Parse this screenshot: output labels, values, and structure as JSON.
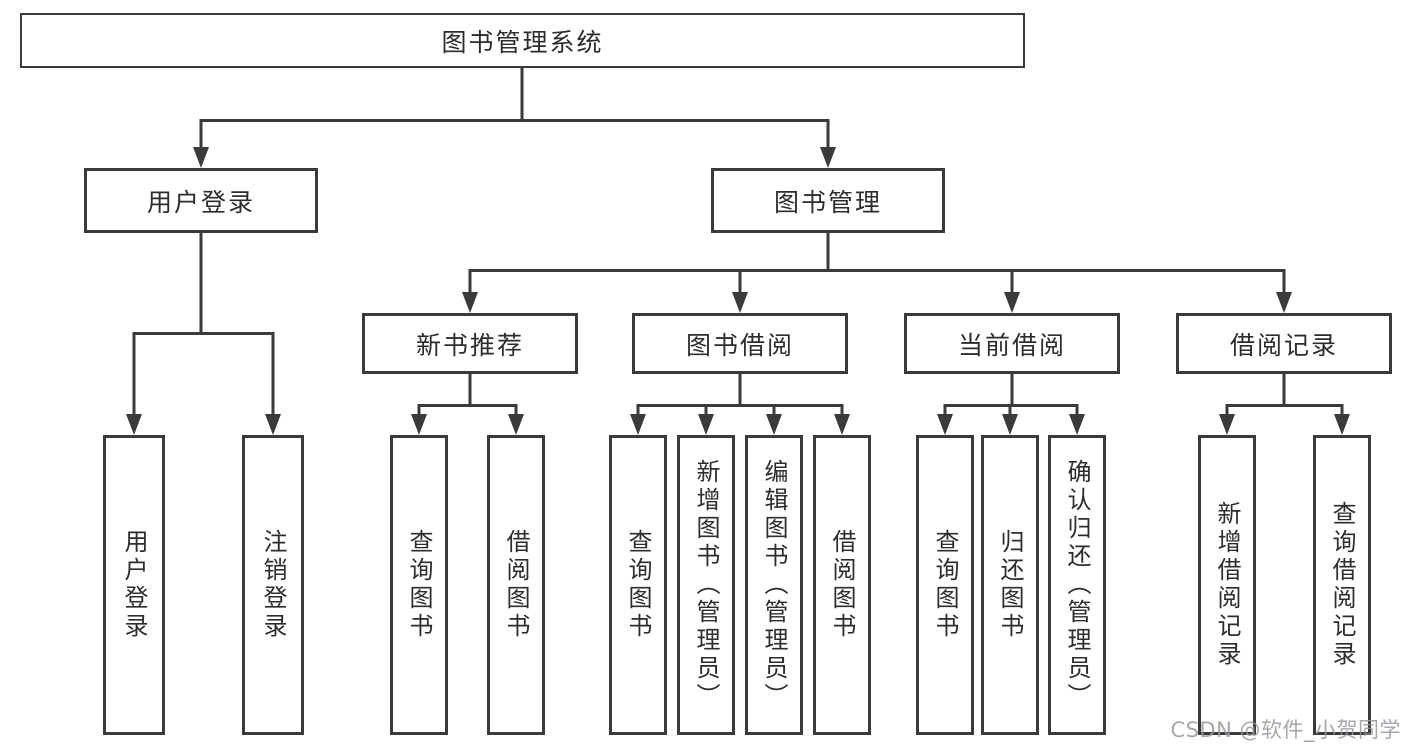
{
  "diagram": {
    "root": {
      "label": "图书管理系统"
    },
    "user_branch": {
      "label": "用户登录",
      "children": [
        {
          "label": "用户登录"
        },
        {
          "label": "注销登录"
        }
      ]
    },
    "mgmt_branch": {
      "label": "图书管理",
      "groups": [
        {
          "label": "新书推荐",
          "children": [
            {
              "label": "查询图书"
            },
            {
              "label": "借阅图书"
            }
          ]
        },
        {
          "label": "图书借阅",
          "children": [
            {
              "label": "查询图书"
            },
            {
              "label": "新增图书（管理员）"
            },
            {
              "label": "编辑图书（管理员）"
            },
            {
              "label": "借阅图书"
            }
          ]
        },
        {
          "label": "当前借阅",
          "children": [
            {
              "label": "查询图书"
            },
            {
              "label": "归还图书"
            },
            {
              "label": "确认归还（管理员）"
            }
          ]
        },
        {
          "label": "借阅记录",
          "children": [
            {
              "label": "新增借阅记录"
            },
            {
              "label": "查询借阅记录"
            }
          ]
        }
      ]
    }
  },
  "watermark": {
    "text": "CSDN @软件_小贺同学"
  },
  "colors": {
    "line": "#3a3a3a",
    "text": "#2d2d2d",
    "watermark": "#97979e",
    "background": "#ffffff"
  }
}
